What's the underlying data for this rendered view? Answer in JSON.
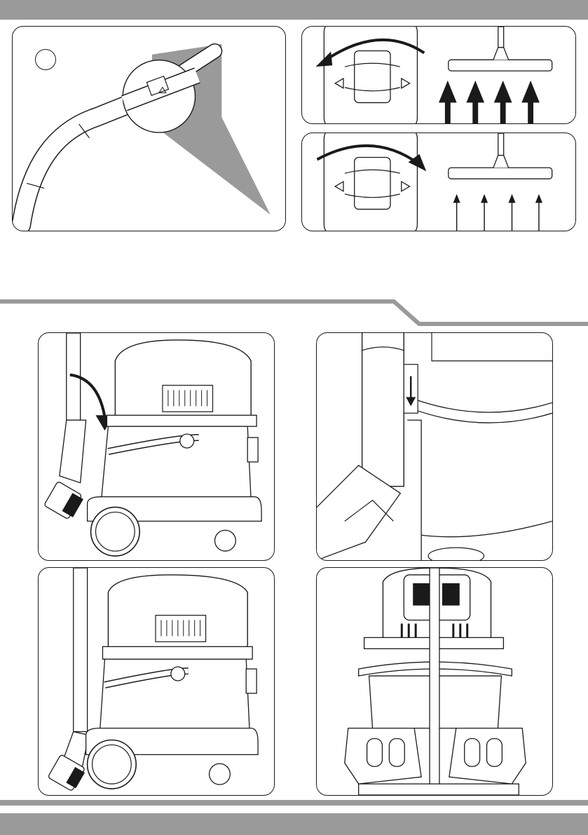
{
  "page": {
    "colors": {
      "band": "#9a9a9a",
      "stroke": "#1a1a1a",
      "zoom_wedge": "#9a9a9a"
    }
  },
  "figures": [
    {
      "id": "hose-zoom",
      "step_marker": ""
    },
    {
      "id": "nozzle-carpet",
      "icon": "rotate-left-arrow-icon"
    },
    {
      "id": "nozzle-hard-floor",
      "icon": "rotate-right-arrow-icon"
    },
    {
      "id": "vacuum-side-hose-park",
      "icon": "curved-down-arrow-icon"
    },
    {
      "id": "vacuum-clip-detail",
      "icon": "down-arrow-icon"
    },
    {
      "id": "vacuum-side-hose-parked"
    },
    {
      "id": "vacuum-front-hose-parked"
    }
  ]
}
